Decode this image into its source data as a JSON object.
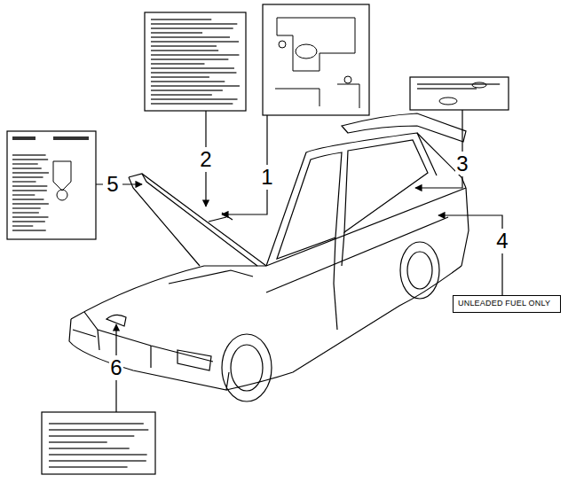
{
  "diagram": {
    "nodes": [
      {
        "text": [
          "UNLEADED FUEL ONLY"
        ]
      }
    ],
    "labels": [
      "1",
      "2",
      "3",
      "4",
      "5",
      "6"
    ]
  }
}
